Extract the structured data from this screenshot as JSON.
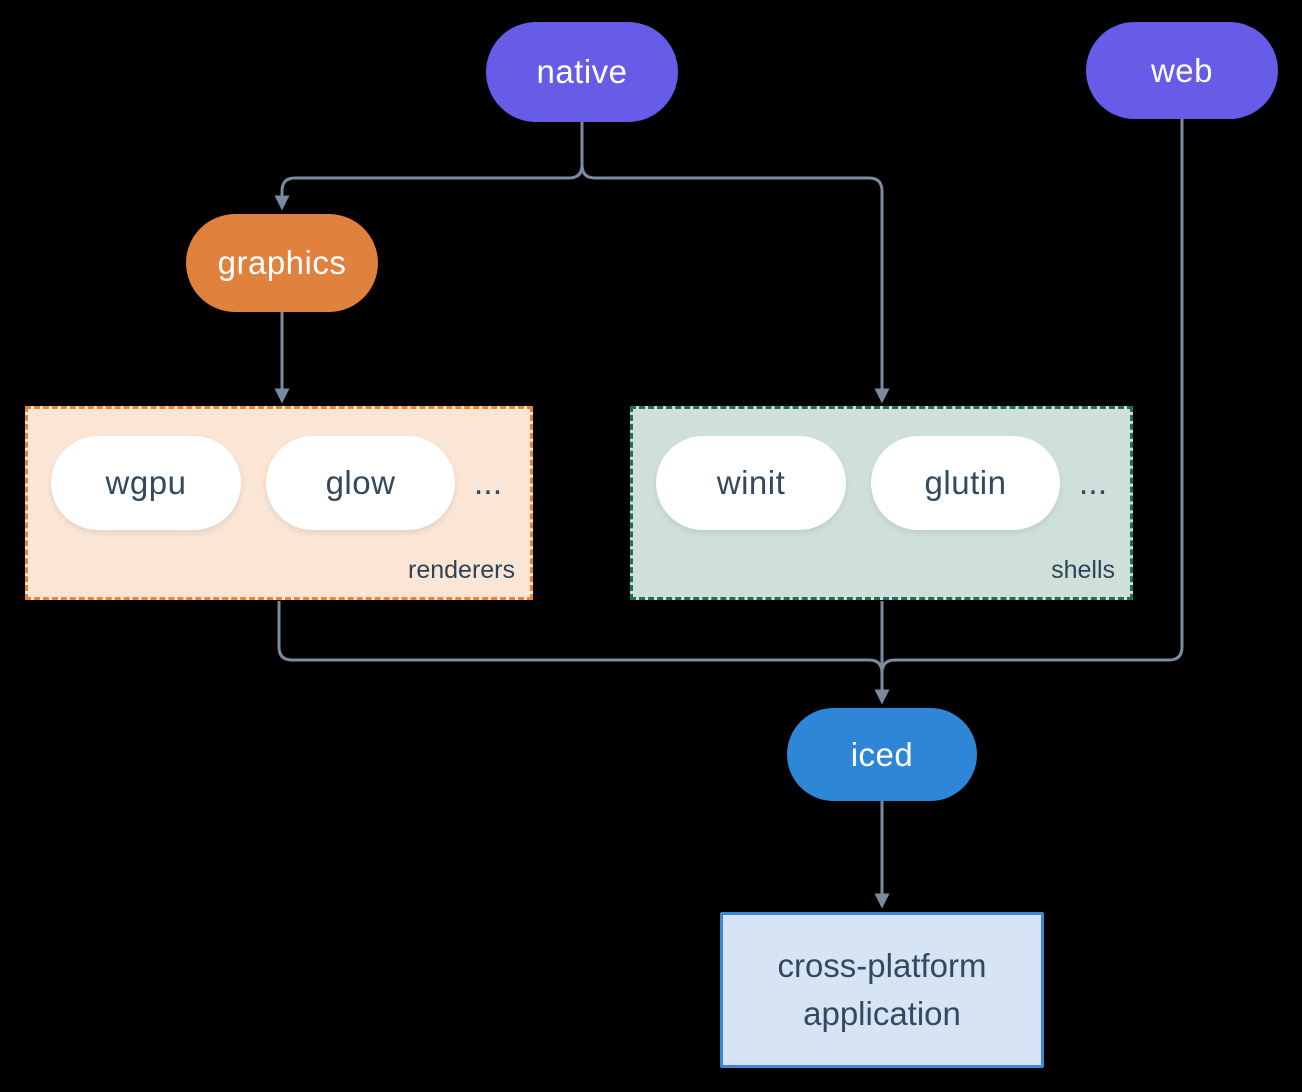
{
  "diagram": {
    "background": "#000000",
    "connector_color": "#7a8aa0",
    "nodes": {
      "native": {
        "label": "native",
        "fill": "#675ce8",
        "text_color": "#ffffff"
      },
      "web": {
        "label": "web",
        "fill": "#675ce8",
        "text_color": "#ffffff"
      },
      "graphics": {
        "label": "graphics",
        "fill": "#e0813d",
        "text_color": "#ffffff"
      },
      "iced": {
        "label": "iced",
        "fill": "#2e87d6",
        "text_color": "#ffffff"
      },
      "application": {
        "label": "cross-platform application",
        "line1": "cross-platform",
        "line2": "application",
        "fill": "#d6e4f5",
        "border": "#3b87da",
        "text_color": "#334a5e"
      }
    },
    "groups": {
      "renderers": {
        "label": "renderers",
        "items": [
          "wgpu",
          "glow"
        ],
        "ellipsis": "...",
        "fill": "#fbe5d4",
        "border": "#ea8531",
        "item_text_color": "#334a5e"
      },
      "shells": {
        "label": "shells",
        "items": [
          "winit",
          "glutin"
        ],
        "ellipsis": "...",
        "fill": "#cfe0da",
        "border": "#1f6f60",
        "item_text_color": "#334a5e"
      }
    },
    "edges": [
      {
        "from": "native",
        "to": "graphics"
      },
      {
        "from": "native",
        "to": "shells"
      },
      {
        "from": "graphics",
        "to": "renderers"
      },
      {
        "from": "renderers",
        "to": "iced"
      },
      {
        "from": "shells",
        "to": "iced"
      },
      {
        "from": "web",
        "to": "iced"
      },
      {
        "from": "iced",
        "to": "application"
      }
    ]
  }
}
